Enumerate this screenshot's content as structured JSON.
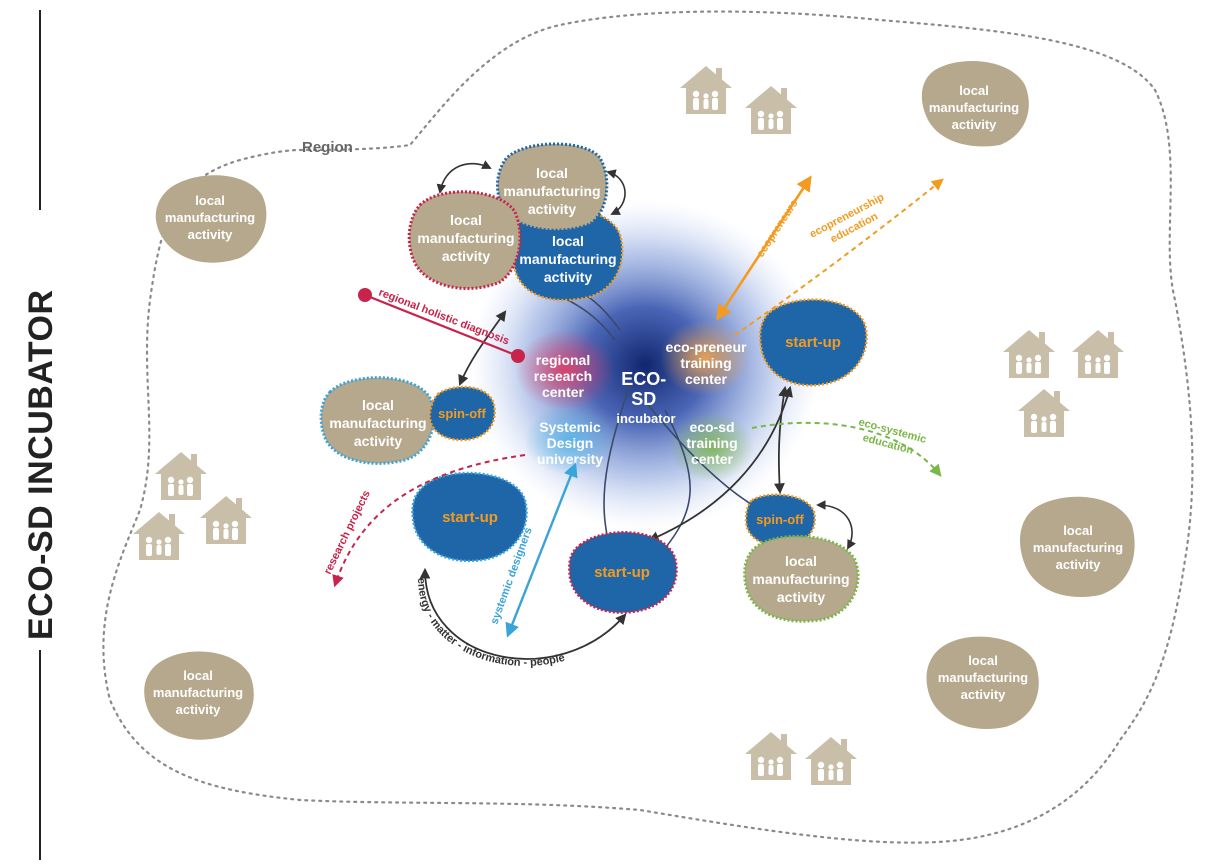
{
  "title": "ECO-SD INCUBATOR",
  "region_label": "Region",
  "center": {
    "line1": "ECO-",
    "line2": "SD",
    "line3": "incubator"
  },
  "hubs": {
    "research": [
      "regional",
      "research",
      "center"
    ],
    "university": [
      "Systemic",
      "Design",
      "university"
    ],
    "eco_preneur": [
      "eco-preneur",
      "training",
      "center"
    ],
    "eco_sd": [
      "eco-sd",
      "training",
      "center"
    ]
  },
  "lma": [
    "local",
    "manufacturing",
    "activity"
  ],
  "startup": "start-up",
  "spinoff": "spin-off",
  "flows": {
    "regional_diagnosis": "regional holistic diagnosis",
    "ecopreneurs": "ecopreneurs",
    "ecopreneurship_1": "ecopreneurship",
    "ecopreneurship_2": "education",
    "eco_systemic_1": "eco-systemic",
    "eco_systemic_2": "education",
    "research_projects": "research projects",
    "systemic_designers": "systemic designers",
    "energy": "energy - matter - information - people"
  },
  "colors": {
    "blue": "#1f66a8",
    "tan": "#b5a88c",
    "orange": "#f29b20",
    "green": "#7ab648",
    "crimson": "#c8234a",
    "cyan": "#3aa3d8",
    "dark": "#333333"
  }
}
